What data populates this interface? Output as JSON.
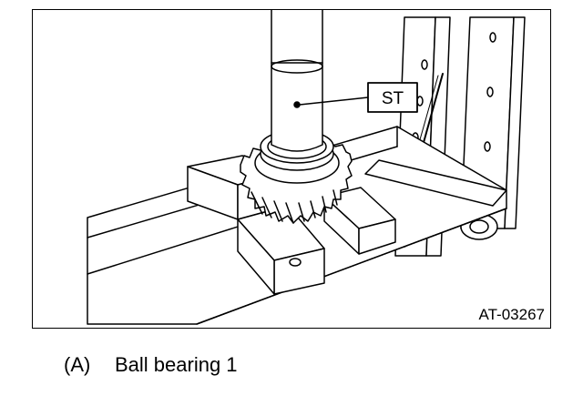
{
  "figure": {
    "callout_label": "ST",
    "figure_code": "AT-03267"
  },
  "caption": {
    "letter": "(A)",
    "text": "Ball bearing 1"
  }
}
